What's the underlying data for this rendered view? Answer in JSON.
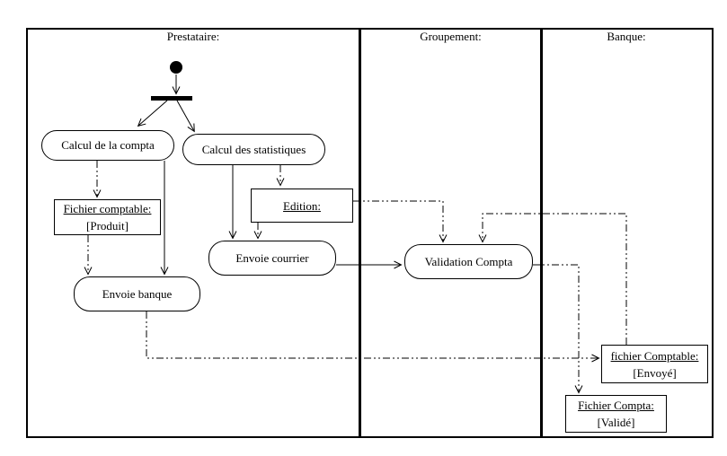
{
  "diagram": {
    "kind": "uml-activity-diagram-with-swimlanes",
    "colors": {
      "ink": "#000000",
      "background": "#ffffff"
    },
    "lanes": [
      {
        "label": "Prestataire:"
      },
      {
        "label": "Groupement:"
      },
      {
        "label": "Banque:"
      }
    ],
    "activities": {
      "calcul_compta": "Calcul de la compta",
      "calcul_stats": "Calcul des statistiques",
      "envoie_courrier": "Envoie courrier",
      "envoie_banque": "Envoie banque",
      "validation_compta": "Validation Compta"
    },
    "objects": {
      "fichier_produit": {
        "title": "Fichier comptable:",
        "state": "[Produit]"
      },
      "edition": {
        "title": "Edition:"
      },
      "fichier_envoye": {
        "title": "fichier Comptable:",
        "state": "[Envoyé]"
      },
      "fichier_valide": {
        "title": "Fichier Compta:",
        "state": "[Validé]"
      }
    }
  }
}
